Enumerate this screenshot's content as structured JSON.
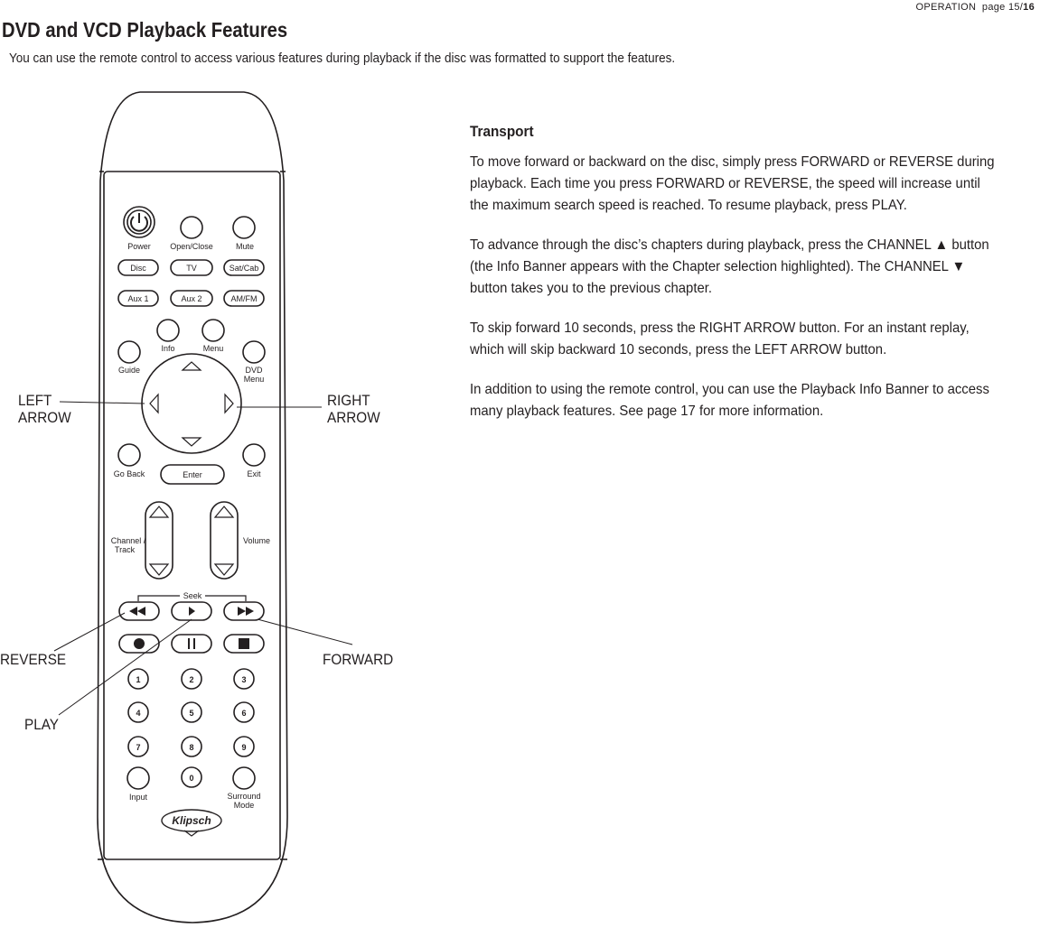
{
  "header": {
    "section": "OPERATION",
    "page_word": "page",
    "page_current": "15",
    "page_total": "16"
  },
  "title": "DVD and VCD Playback Features",
  "intro": "You can use the remote control to access various features during playback if the disc was formatted to support the features.",
  "remote": {
    "labels": {
      "power": "Power",
      "open_close": "Open/Close",
      "mute": "Mute",
      "disc": "Disc",
      "tv": "TV",
      "sat_cab": "Sat/Cab",
      "aux1": "Aux 1",
      "aux2": "Aux 2",
      "am_fm": "AM/FM",
      "info": "Info",
      "menu": "Menu",
      "guide": "Guide",
      "dvd_menu_line1": "DVD",
      "dvd_menu_line2": "Menu",
      "go_back": "Go Back",
      "enter": "Enter",
      "exit": "Exit",
      "channel_line1": "Channel /",
      "channel_line2": "Track",
      "volume": "Volume",
      "seek": "Seek",
      "input": "Input",
      "surround_line1": "Surround",
      "surround_line2": "Mode",
      "brand": "Klipsch"
    },
    "digits": [
      "1",
      "2",
      "3",
      "4",
      "5",
      "6",
      "7",
      "8",
      "9",
      "0"
    ]
  },
  "callouts": {
    "left_arrow": [
      "LEFT",
      "ARROW"
    ],
    "right_arrow": [
      "RIGHT",
      "ARROW"
    ],
    "reverse": "REVERSE",
    "forward": "FORWARD",
    "play": "PLAY"
  },
  "transport": {
    "heading": "Transport",
    "p1": {
      "a": "To move forward or backward on the disc, simply press ",
      "k1": "FORWARD",
      "b": " or ",
      "k2": "REVERSE",
      "c": " during playback. Each time you press ",
      "k3": "FORWARD",
      "d": " or ",
      "k4": "REVERSE",
      "e": ", the speed will increase until the maximum search speed is reached. To resume playback, press ",
      "k5": "PLAY",
      "f": "."
    },
    "p2": {
      "a": "To advance through the disc’s chapters during playback, press the ",
      "k1": "CHANNEL ▲",
      "b": " button (the Info Banner appears with the Chapter selection highlighted). The ",
      "k2": "CHANNEL ▼",
      "c": " button takes you to the previous chapter."
    },
    "p3": {
      "a": "To skip forward 10 seconds, press the ",
      "k1": "RIGHT ARROW",
      "b": " button. For an instant replay, which will skip backward 10 seconds, press the ",
      "k2": "LEFT ARROW",
      "c": " button."
    },
    "p4": "In addition to using the remote control, you can use the Playback Info Banner to access many playback features. See page 17 for more information."
  }
}
